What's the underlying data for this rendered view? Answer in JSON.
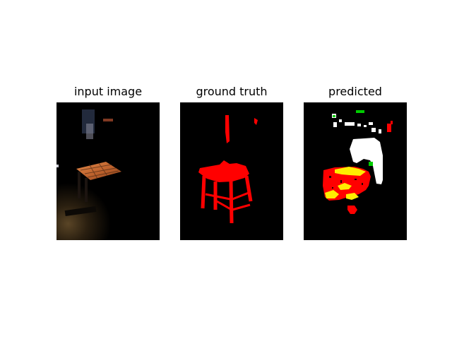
{
  "figure": {
    "panels": [
      {
        "title": "input image"
      },
      {
        "title": "ground truth"
      },
      {
        "title": "predicted"
      }
    ]
  },
  "colors": {
    "background": "#ffffff",
    "panel_background": "#000000",
    "ground_truth_class": "#ff0000",
    "pred_red": "#ff0000",
    "pred_yellow": "#ffee00",
    "pred_white": "#ffffff",
    "pred_green": "#00cc00"
  }
}
